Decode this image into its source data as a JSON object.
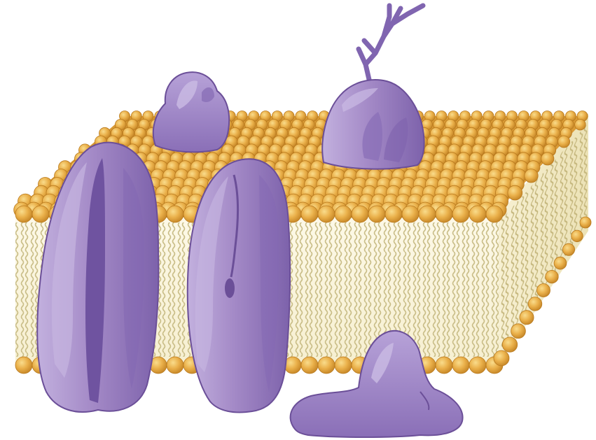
{
  "diagram": {
    "kind": "phospholipid bilayer with membrane proteins",
    "labels": [],
    "colors": {
      "background": "#ffffff",
      "phospholipid_head": "#e9a93c",
      "phospholipid_head_highlight": "#f7d27a",
      "phospholipid_head_outline": "#b97a1e",
      "lipid_tail": "#c9bd87",
      "bilayer_core": "#fbf6df",
      "protein_fill": "#a48ac7",
      "protein_shade": "#7f63ad",
      "protein_highlight": "#c7b6e0",
      "protein_outline": "#6b4f98"
    },
    "components": [
      "phospholipid-bilayer",
      "transmembrane-channel-protein",
      "transmembrane-protein",
      "glycoprotein",
      "peripheral-protein-top",
      "peripheral-protein-bottom",
      "carbohydrate-chain"
    ]
  }
}
